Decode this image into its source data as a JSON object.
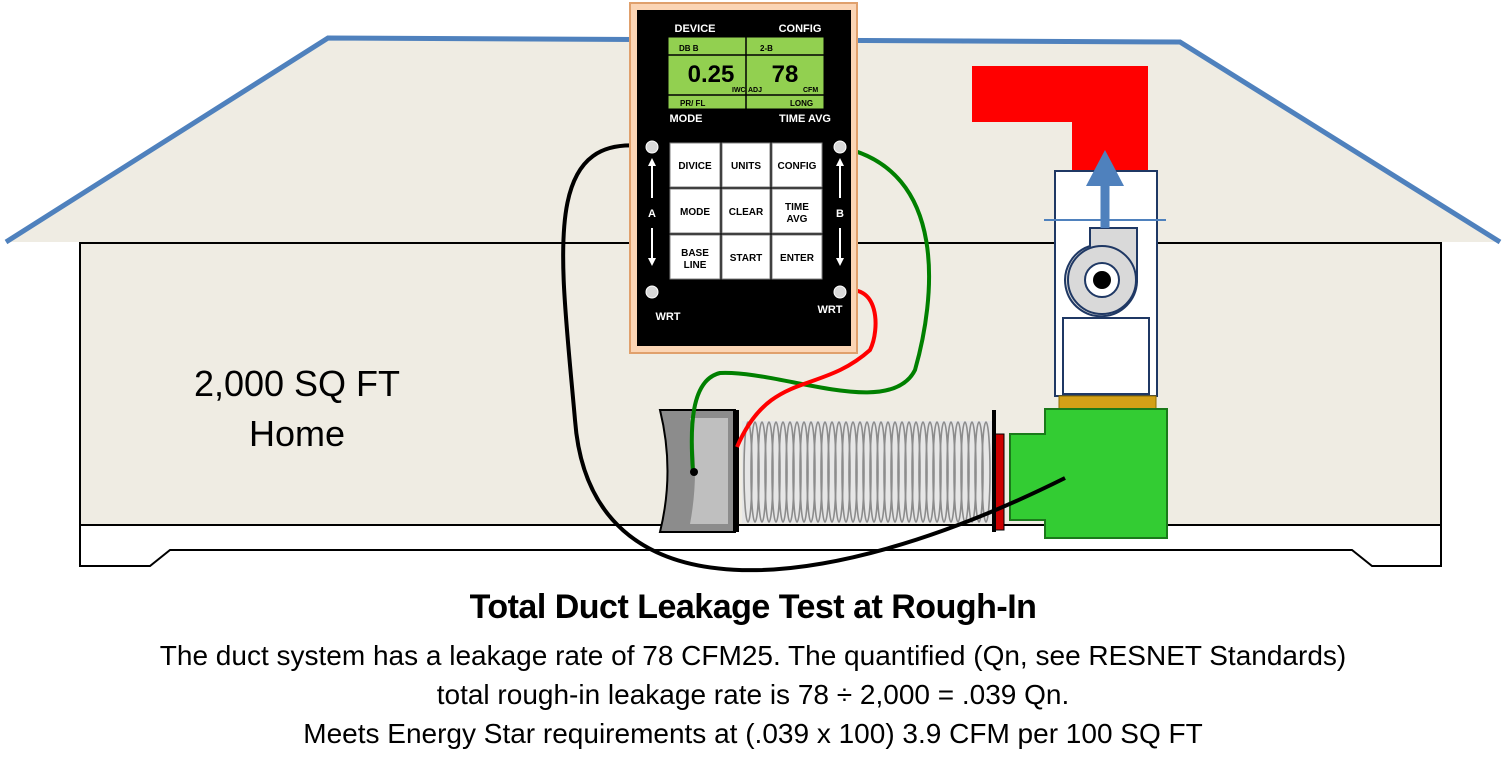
{
  "house": {
    "label_line1": "2,000 SQ FT",
    "label_line2": "Home"
  },
  "gauge": {
    "header_left": "DEVICE",
    "header_right": "CONFIG",
    "left_channel_tag": "DB B",
    "right_channel_tag": "2-B",
    "pressure_value": "0.25",
    "pressure_unit": "IWC",
    "flow_prefix": "ADJ",
    "flow_value": "78",
    "flow_unit": "CFM",
    "left_mode_tag": "PR/ FL",
    "right_mode_tag": "LONG",
    "footer_left": "MODE",
    "footer_right": "TIME AVG",
    "port_a": "A",
    "port_b": "B",
    "wrt_left": "WRT",
    "wrt_right": "WRT",
    "keys": {
      "device": "DIVICE",
      "units": "UNITS",
      "config": "CONFIG",
      "mode": "MODE",
      "clear": "CLEAR",
      "time_avg_1": "TIME",
      "time_avg_2": "AVG",
      "baseline_1": "BASE",
      "baseline_2": "LINE",
      "start": "START",
      "enter": "ENTER"
    }
  },
  "caption": {
    "title": "Total Duct Leakage Test at Rough-In",
    "line1": "The duct system has a leakage rate of 78 CFM25. The quantified (Qn, see RESNET Standards)",
    "line2": "total rough-in leakage rate is 78 ÷ 2,000 = .039 Qn.",
    "line3": "Meets Energy Star requirements at (.039 x 100) 3.9 CFM per 100 SQ FT"
  },
  "colors": {
    "roof_line": "#4f81bd",
    "house_fill": "#efece3",
    "gauge_frame": "#fbd5b5",
    "lcd": "#92d050",
    "air_handler_green": "#33cc33",
    "flow_arrow": "#4f81bd",
    "supply_red": "#ff0000",
    "tube_green": "#008000",
    "tube_red": "#ff0000",
    "tube_black": "#000000"
  },
  "icons": [
    "up-arrow-icon",
    "down-arrow-icon",
    "airflow-arrow-icon",
    "blower-fan-icon"
  ]
}
